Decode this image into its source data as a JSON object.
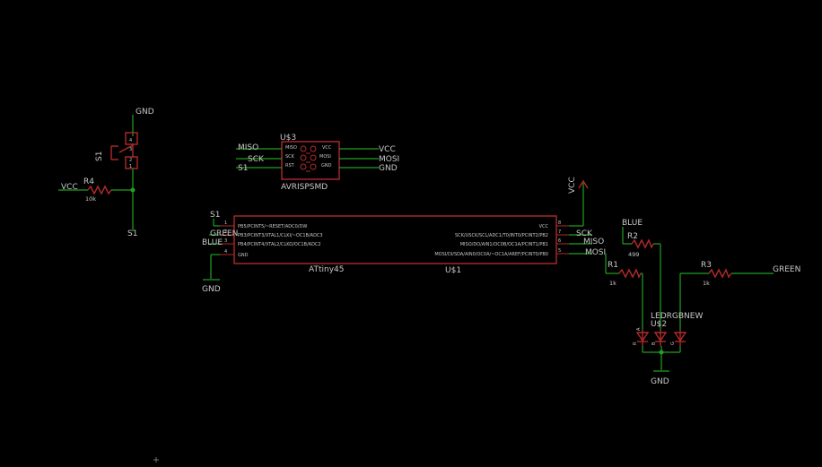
{
  "net_labels": {
    "gnd": "GND",
    "vcc": "VCC",
    "s1": "S1",
    "sck": "SCK",
    "miso": "MISO",
    "mosi": "MOSI",
    "green": "GREEN",
    "blue": "BLUE"
  },
  "switch_s1": {
    "name": "S1",
    "pins": [
      "4",
      "3",
      "2",
      "1"
    ]
  },
  "resistor_r4": {
    "name": "R4",
    "value": "10k"
  },
  "isp_header": {
    "name": "U$3",
    "package": "AVRISPSMD",
    "left_pins": [
      "MISO",
      "SCK",
      "RST"
    ],
    "right_pins": [
      "VCC",
      "MOSI",
      "GND"
    ],
    "left_nets": [
      "MISO",
      "SCK",
      "S1"
    ],
    "right_nets": [
      "VCC",
      "MOSI",
      "GND"
    ]
  },
  "mcu": {
    "name": "U$1",
    "value": "ATtiny45",
    "left_pins": [
      {
        "num": "1",
        "label": "PB5/PCINT5/~RESET/ADC0/DW"
      },
      {
        "num": "2",
        "label": "PB3/PCINT3/XTAL1/CLKI/~OC1B/ADC3"
      },
      {
        "num": "3",
        "label": "PB4/PCINT4/XTAL2/CLKO/OC1B/ADC2"
      },
      {
        "num": "4",
        "label": "GND"
      }
    ],
    "right_pins": [
      {
        "num": "8",
        "label": "VCC"
      },
      {
        "num": "7",
        "label": "SCK/USCK/SCL/ADC1/T0/INT0/PCINT2/PB2"
      },
      {
        "num": "6",
        "label": "MISO/DO/AIN1/OC0B/OC1A/PCINT1/PB1"
      },
      {
        "num": "5",
        "label": "MOSI/DI/SDA/AIN0/OC0A/~OC1A/AREF/PCINT0/PB0"
      }
    ]
  },
  "resistors": {
    "r1": {
      "name": "R1",
      "value": "1k"
    },
    "r2": {
      "name": "R2",
      "value": "499"
    },
    "r3": {
      "name": "R3",
      "value": "1k"
    }
  },
  "rgb_led": {
    "name": "U$2",
    "value": "LEDRGBNEW",
    "pins": [
      "R",
      "B",
      "G"
    ],
    "anode_mark": "A"
  }
}
